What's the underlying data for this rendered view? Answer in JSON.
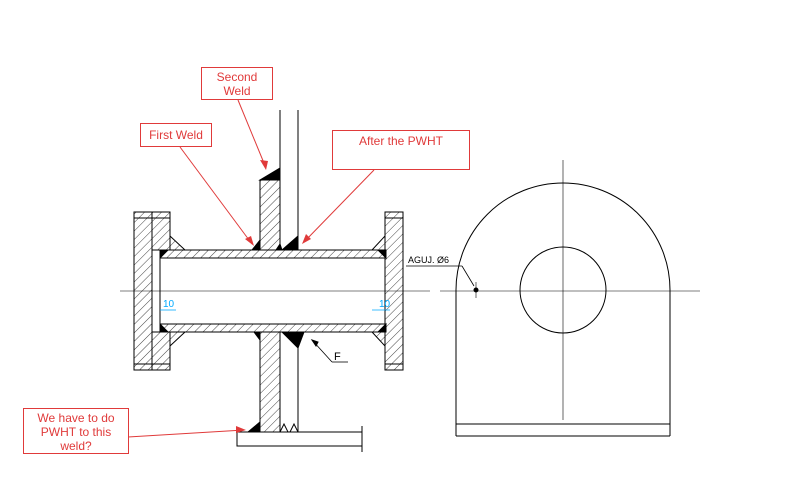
{
  "annotations": {
    "second_weld": [
      "Second",
      "Weld"
    ],
    "first_weld": "First Weld",
    "after_pwht": "After the PWHT",
    "question": [
      "We have to do",
      "PWHT to this",
      "weld?"
    ]
  },
  "drawing_labels": {
    "hole": "AGUJ. Ø6",
    "dim_left": "10",
    "dim_right": "10",
    "weld_mark": "F"
  },
  "colors": {
    "annotation": "#e03a3a",
    "line": "#000000",
    "dimension": "#00aaff",
    "hatch": "#444444"
  }
}
